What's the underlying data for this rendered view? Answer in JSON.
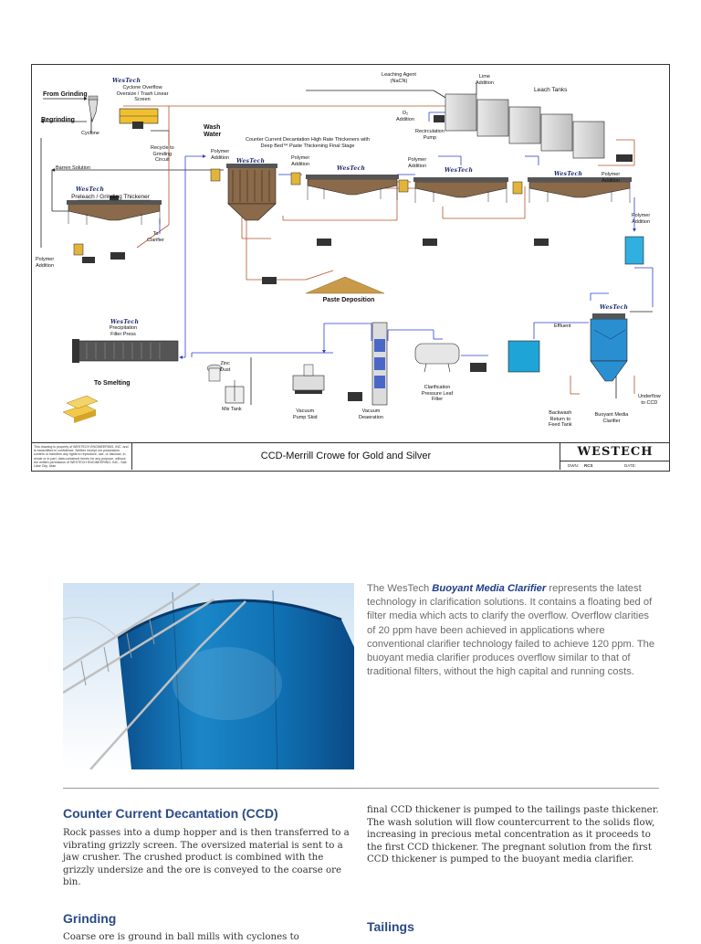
{
  "diagram": {
    "brand": "WesTech",
    "labels": {
      "from_grinding": "From Grinding",
      "regrinding": "Regrinding",
      "cyclone": "Cyclone",
      "cyclone_overflow": "Cyclone Overflow\nOversize / Trash Linear\nScreen",
      "recycle": "Recycle to\nGrinding\nCircuit",
      "barren": "Barren Solution",
      "preleach": "Preleach / Grinding Thickener",
      "to_clarifier": "To\nClarifier",
      "polymer_addition_left": "Polymer\nAddition",
      "wash_water": "Wash\nWater",
      "ccd_title": "Counter Current Decantation High Rate Thickeners with\nDeep Bed™ Paste Thickening Final Stage",
      "polymer_1": "Polymer\nAddition",
      "polymer_2": "Polymer\nAddition",
      "polymer_3": "Polymer\nAddition",
      "polymer_4": "Polymer\nAddition",
      "polymer_5": "Polymer\nAddition",
      "leaching_agent": "Leaching Agent\n(NaCN)",
      "lime_addition": "Lime\nAddition",
      "leach_tanks": "Leach Tanks",
      "o2_addition": "O₂\nAddition",
      "recirculation_pump": "Recirculation\nPump",
      "paste_deposition": "Paste Deposition",
      "precip_filter_press": "Precipitation\nFilter Press",
      "to_smelting": "To Smelting",
      "zinc_dust": "Zinc\nDust",
      "mix_tank": "Mix Tank",
      "vacuum_pump_skid": "Vacuum\nPump Skid",
      "vacuum_deaeration": "Vacuum\nDeaeration",
      "clarification_filter": "Clarification\nPressure Leaf\nFilter",
      "effluent": "Effluent",
      "underflow": "Underflow\nto CCD",
      "backwash": "Backwash\nReturn to\nFeed Tank",
      "buoyant_media_clarifier": "Buoyant Media\nClarifier"
    },
    "title_block": {
      "legal": "This drawing is property of WESTECH ENGINEERING, INC. and is transmitted in confidence. Neither receipt nor possession confers or transfers any rights to reproduce, use, or disclose, in whole or in part, data contained herein for any purpose, without the written permission of WESTECH ENGINEERING, INC., Salt Lake City, Utah",
      "title": "CCD-Merrill Crowe for Gold and Silver",
      "logo": "WESTECH",
      "dwn_label": "DWN:",
      "dwn_value": "RCS",
      "date_label": "DATE:"
    }
  },
  "intro": {
    "lead": "The WesTech ",
    "product": "Buoyant Media Clarifier",
    "body": " represents the latest technology in clarification solutions. It contains a floating bed of filter media which acts to clarify the overflow. Overflow clarities of 20 ppm have been achieved in applications where conventional clarifier technology failed to achieve 120 ppm. The buoyant media clarifier produces overflow similar to that of traditional filters, without the high capital and running costs."
  },
  "sections": {
    "ccd_heading": "Counter Current Decantation (CCD)",
    "ccd_text": "Rock passes into a dump hopper and is then transferred to a vibrating grizzly screen. The oversized material is sent to a jaw crusher. The crushed product is combined with the grizzly undersize and the ore is conveyed to the coarse ore bin.",
    "grinding_heading": "Grinding",
    "grinding_text": "Coarse ore is ground in ball mills with cyclones to",
    "right_col_text": "final CCD thickener is pumped to the tailings paste thickener. The wash solution will flow countercurrent to the solids flow, increasing in precious metal concentration as it proceeds to the first CCD thickener. The pregnant solution from the first CCD thickener is pumped to the buoyant media clarifier.",
    "tailings_heading": "Tailings"
  }
}
